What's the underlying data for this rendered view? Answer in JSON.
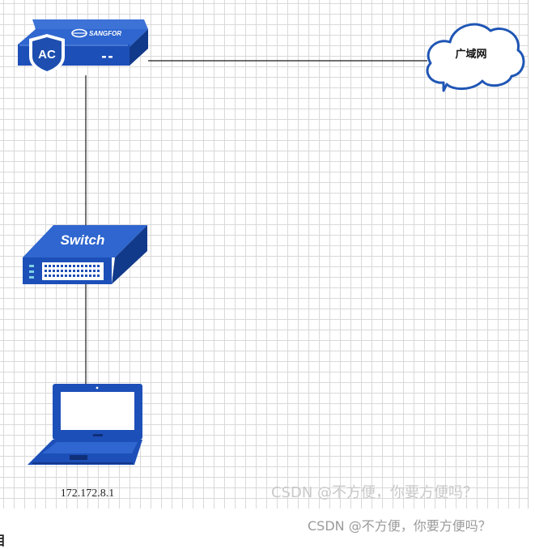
{
  "nodes": {
    "ac": {
      "badge": "AC",
      "brand": "SANGFOR"
    },
    "wan": {
      "label": "广域网"
    },
    "switch": {
      "label": "Switch"
    },
    "laptop": {
      "ip": "172.172.8.1"
    }
  },
  "watermark": {
    "inner": "CSDN @不方便，你要方便吗？",
    "outer": "CSDN @不方便，你要方便吗？"
  },
  "cut_heading": "目",
  "colors": {
    "device_blue": "#1d4fb8",
    "device_dark": "#163f95",
    "cloud_outline": "#1f56b5",
    "line": "#1a1a1a",
    "grid": "#d9d9d9"
  }
}
